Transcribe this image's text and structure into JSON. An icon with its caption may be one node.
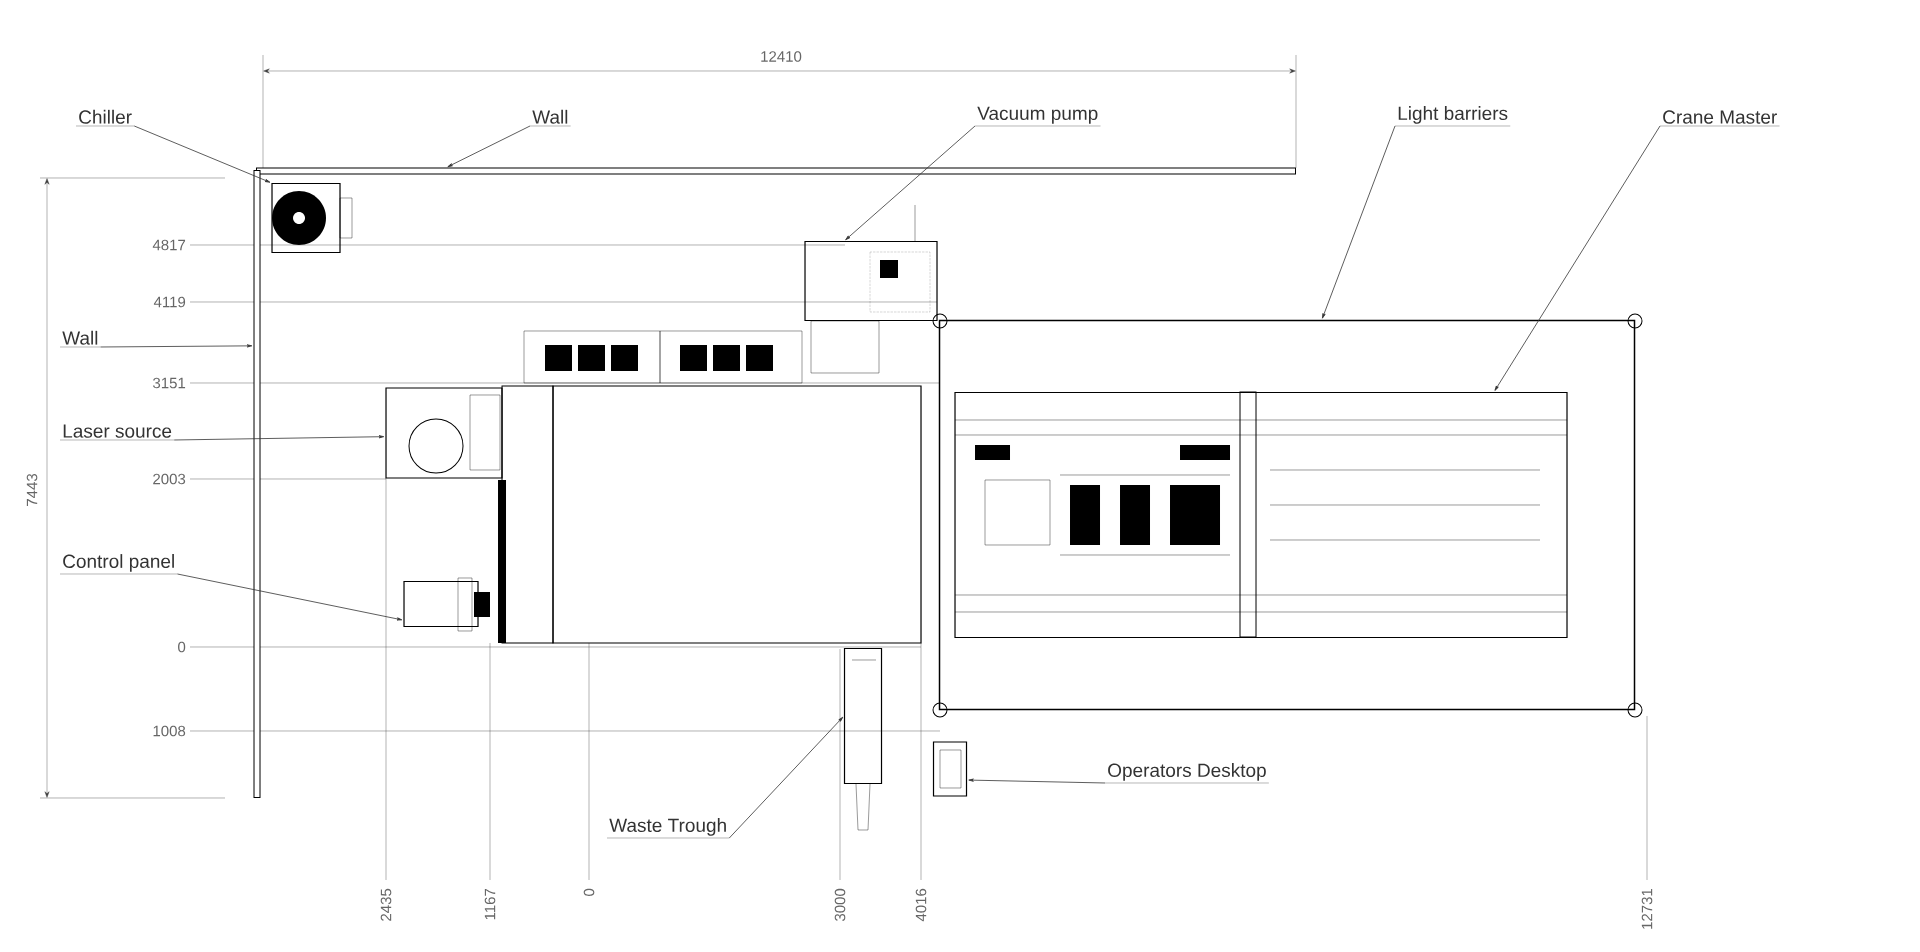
{
  "diagram": {
    "nodes": [
      {
        "text": [
          "Chiller"
        ]
      },
      {
        "text": [
          "Wall"
        ]
      },
      {
        "text": [
          "Vacuum pump"
        ]
      },
      {
        "text": [
          "Light barriers"
        ]
      },
      {
        "text": [
          "Crane Master"
        ]
      },
      {
        "text": [
          "Wall"
        ]
      },
      {
        "text": [
          "Laser source"
        ]
      },
      {
        "text": [
          "Control panel"
        ]
      },
      {
        "text": [
          "Operators Desktop"
        ]
      },
      {
        "text": [
          "Waste Trough"
        ]
      },
      {
        "text": [],
        "shape": "picture"
      },
      {
        "text": [],
        "shape": "bar"
      },
      {
        "text": [],
        "shape": "picture"
      },
      {
        "text": [],
        "shape": "box"
      },
      {
        "text": [],
        "shape": "picture",
        "in": 13
      },
      {
        "text": [],
        "shape": "bar"
      },
      {
        "text": [],
        "shape": "picture"
      },
      {
        "text": [],
        "shape": "picture"
      },
      {
        "text": [],
        "shape": "picture"
      },
      {
        "text": [],
        "shape": "picture"
      }
    ],
    "edges": [
      {
        "from": 0,
        "to": 10,
        "arrow": "to"
      },
      {
        "from": 1,
        "to": 11,
        "arrow": "to"
      },
      {
        "from": 2,
        "to": 12,
        "arrow": "to"
      },
      {
        "from": 3,
        "to": 13,
        "arrow": "to"
      },
      {
        "from": 4,
        "to": 14,
        "arrow": "to"
      },
      {
        "from": 5,
        "to": 15,
        "arrow": "to"
      },
      {
        "from": 6,
        "to": 16,
        "arrow": "to"
      },
      {
        "from": 7,
        "to": 17,
        "arrow": "to"
      },
      {
        "from": 8,
        "to": 18,
        "arrow": "to"
      },
      {
        "from": 9,
        "to": 19,
        "arrow": "to"
      }
    ],
    "labels": [
      "12410",
      "4817",
      "4119",
      "3151",
      "2003",
      "7443",
      "0",
      "1008",
      "2435",
      "1167",
      "0",
      "3000",
      "4016",
      "12731"
    ]
  }
}
